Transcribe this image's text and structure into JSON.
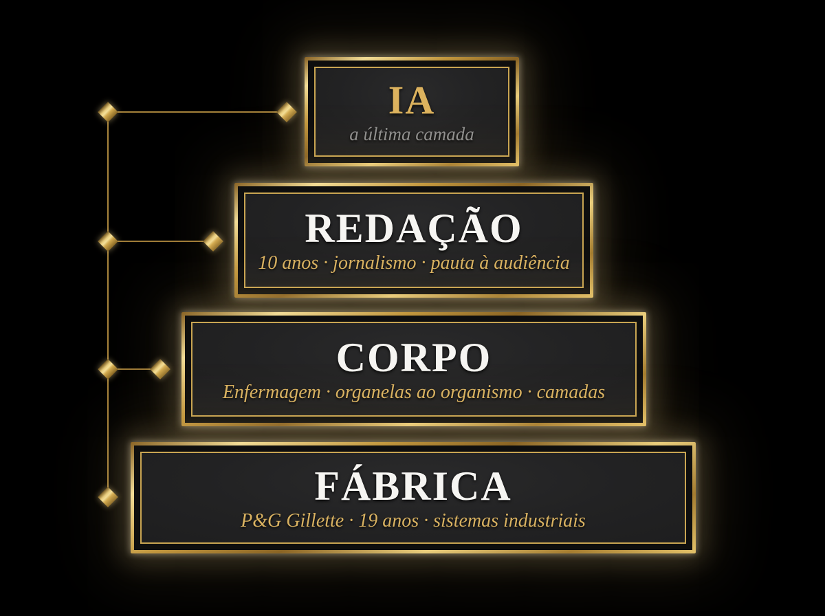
{
  "diagram": {
    "background_color": "#000000",
    "accent_gold": "#d4a851",
    "panel_color": "#222223",
    "levels": [
      {
        "id": "ia",
        "title": "IA",
        "subtitle": "a última camada",
        "title_color": "#dcb25e",
        "subtitle_color": "#8f8f8f"
      },
      {
        "id": "redacao",
        "title": "REDAÇÃO",
        "subtitle": "10 anos · jornalismo · pauta à audiência",
        "title_color": "#f6f5f2",
        "subtitle_color": "#d9b261"
      },
      {
        "id": "corpo",
        "title": "CORPO",
        "subtitle": "Enfermagem · organelas ao organismo · camadas",
        "title_color": "#f6f5f2",
        "subtitle_color": "#d9b261"
      },
      {
        "id": "fabrica",
        "title": "FÁBRICA",
        "subtitle": "P&G Gillette · 19 anos · sistemas industriais",
        "title_color": "#f6f5f2",
        "subtitle_color": "#d9b261"
      }
    ]
  }
}
